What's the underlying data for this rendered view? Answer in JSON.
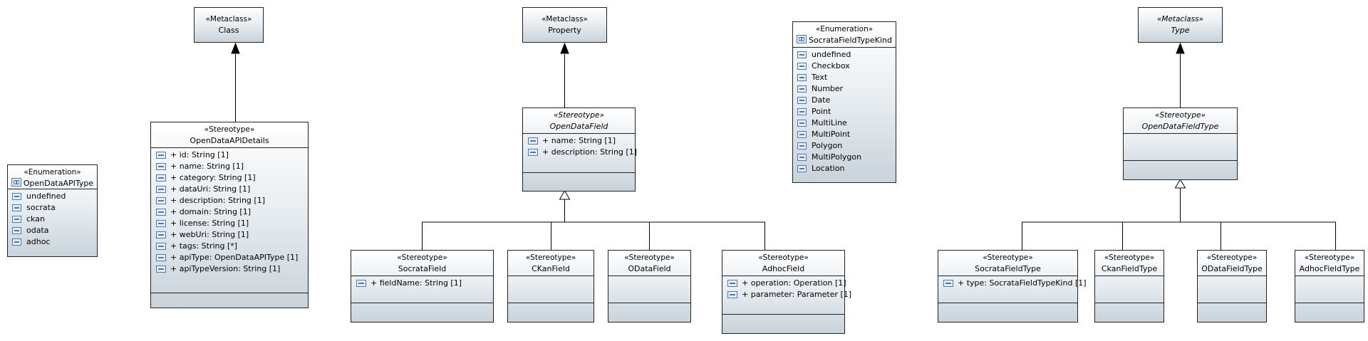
{
  "enum_api": {
    "stereotype": "«Enumeration»",
    "name": "OpenDataAPIType",
    "literals": [
      "undefined",
      "socrata",
      "ckan",
      "odata",
      "adhoc"
    ]
  },
  "metaclass_class": {
    "stereotype": "«Metaclass»",
    "name": "Class"
  },
  "api_details": {
    "stereotype": "«Stereotype»",
    "name": "OpenDataAPIDetails",
    "attributes": [
      "+ id: String [1]",
      "+ name: String [1]",
      "+ category: String [1]",
      "+ dataUri: String [1]",
      "+ description: String [1]",
      "+ domain: String [1]",
      "+ license: String [1]",
      "+ webUri: String [1]",
      "+ tags: String [*]",
      "+ apiType: OpenDataAPIType [1]",
      "+ apiTypeVersion: String [1]"
    ]
  },
  "metaclass_property": {
    "stereotype": "«Metaclass»",
    "name": "Property"
  },
  "open_data_field": {
    "stereotype": "«Stereotype»",
    "name": "OpenDataField",
    "attributes": [
      "+ name: String [1]",
      "+ description: String [1]"
    ]
  },
  "socrata_field": {
    "stereotype": "«Stereotype»",
    "name": "SocrataField",
    "attributes": [
      "+ fieldName: String [1]"
    ]
  },
  "ckan_field": {
    "stereotype": "«Stereotype»",
    "name": "CKanField"
  },
  "odata_field": {
    "stereotype": "«Stereotype»",
    "name": "ODataField"
  },
  "adhoc_field": {
    "stereotype": "«Stereotype»",
    "name": "AdhocField",
    "attributes": [
      "+ operation: Operation [1]",
      "+ parameter: Parameter [1]"
    ]
  },
  "enum_socrata": {
    "stereotype": "«Enumeration»",
    "name": "SocrataFieldTypeKind",
    "literals": [
      "undefined",
      "Checkbox",
      "Text",
      "Number",
      "Date",
      "Point",
      "MultiLine",
      "MultiPoint",
      "Polygon",
      "MultiPolygon",
      "Location"
    ]
  },
  "metaclass_type": {
    "stereotype": "«Metaclass»",
    "name": "Type"
  },
  "open_data_field_type": {
    "stereotype": "«Stereotype»",
    "name": "OpenDataFieldType"
  },
  "socrata_field_type": {
    "stereotype": "«Stereotype»",
    "name": "SocrataFieldType",
    "attributes": [
      "+ type: SocrataFieldTypeKind [1]"
    ]
  },
  "ckan_field_type": {
    "stereotype": "«Stereotype»",
    "name": "CkanFieldType"
  },
  "odata_field_type": {
    "stereotype": "«Stereotype»",
    "name": "ODataFieldType"
  },
  "adhoc_field_type": {
    "stereotype": "«Stereotype»",
    "name": "AdhocFieldType"
  }
}
